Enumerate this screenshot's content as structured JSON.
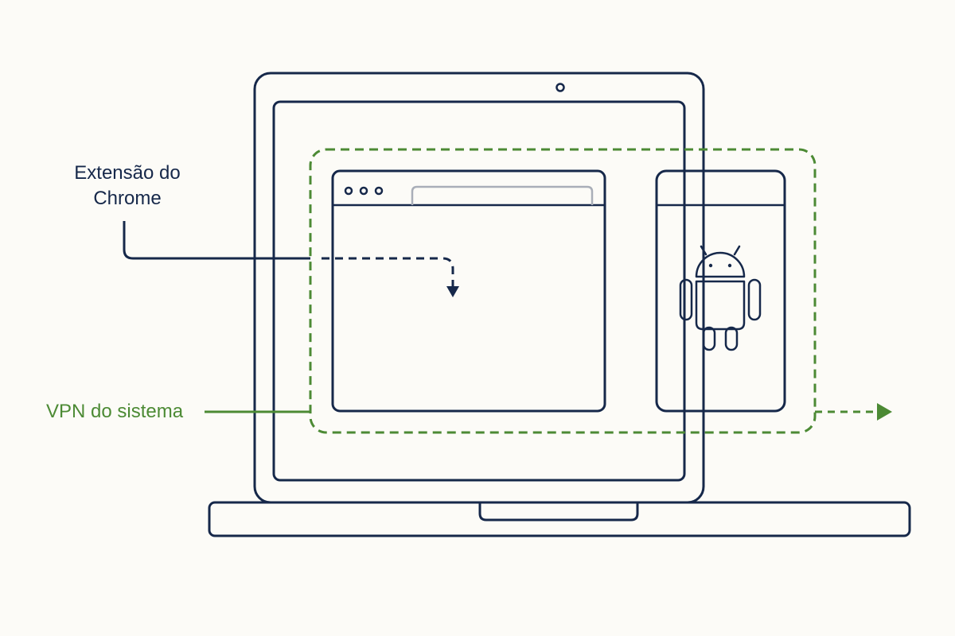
{
  "labels": {
    "extension_line1": "Extensão do",
    "extension_line2": "Chrome",
    "vpn": "VPN do sistema"
  },
  "colors": {
    "background": "#fcfbf7",
    "navy": "#16284a",
    "green": "#4c8a34",
    "address_bar": "#a9aeb8"
  },
  "icons": {
    "laptop": "laptop-icon",
    "browser": "browser-window-icon",
    "phone": "phone-icon",
    "android": "android-robot-icon",
    "webcam": "webcam-icon"
  }
}
